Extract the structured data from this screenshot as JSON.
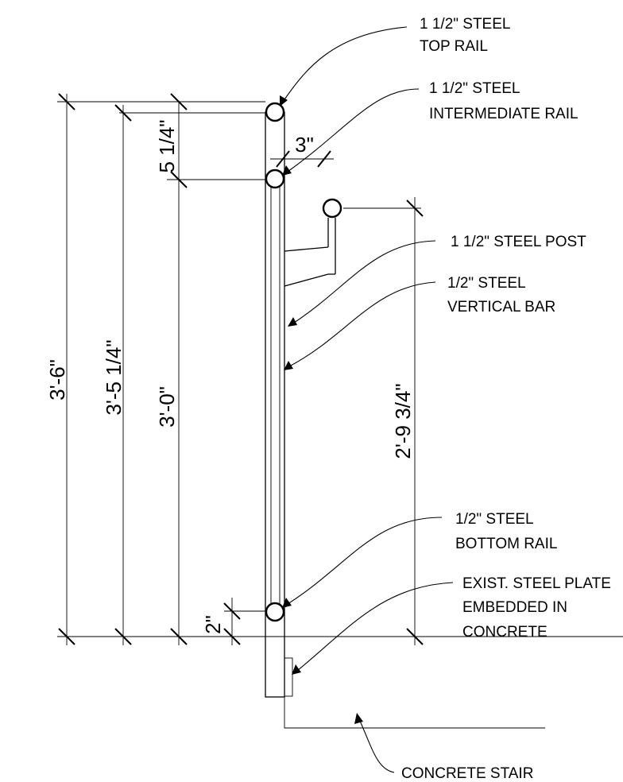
{
  "dimensions": {
    "total_height": "3'-6\"",
    "top_to_intermediate_height": "3'-5 1/4\"",
    "intermediate_height": "3'-0\"",
    "rail_spacing": "5 1/4\"",
    "handrail_offset": "3\"",
    "handrail_height": "2'-9 3/4\"",
    "bottom_clearance": "2\""
  },
  "callouts": {
    "top_rail": [
      "1 1/2\" STEEL",
      "TOP RAIL"
    ],
    "intermediate_rail": [
      "1 1/2\" STEEL",
      "INTERMEDIATE RAIL"
    ],
    "post": [
      "1 1/2\" STEEL POST"
    ],
    "vertical_bar": [
      "1/2\" STEEL",
      "VERTICAL BAR"
    ],
    "bottom_rail": [
      "1/2\" STEEL",
      "BOTTOM RAIL"
    ],
    "steel_plate": [
      "EXIST. STEEL PLATE",
      "EMBEDDED IN",
      "CONCRETE"
    ],
    "stair": [
      "CONCRETE STAIR"
    ]
  }
}
